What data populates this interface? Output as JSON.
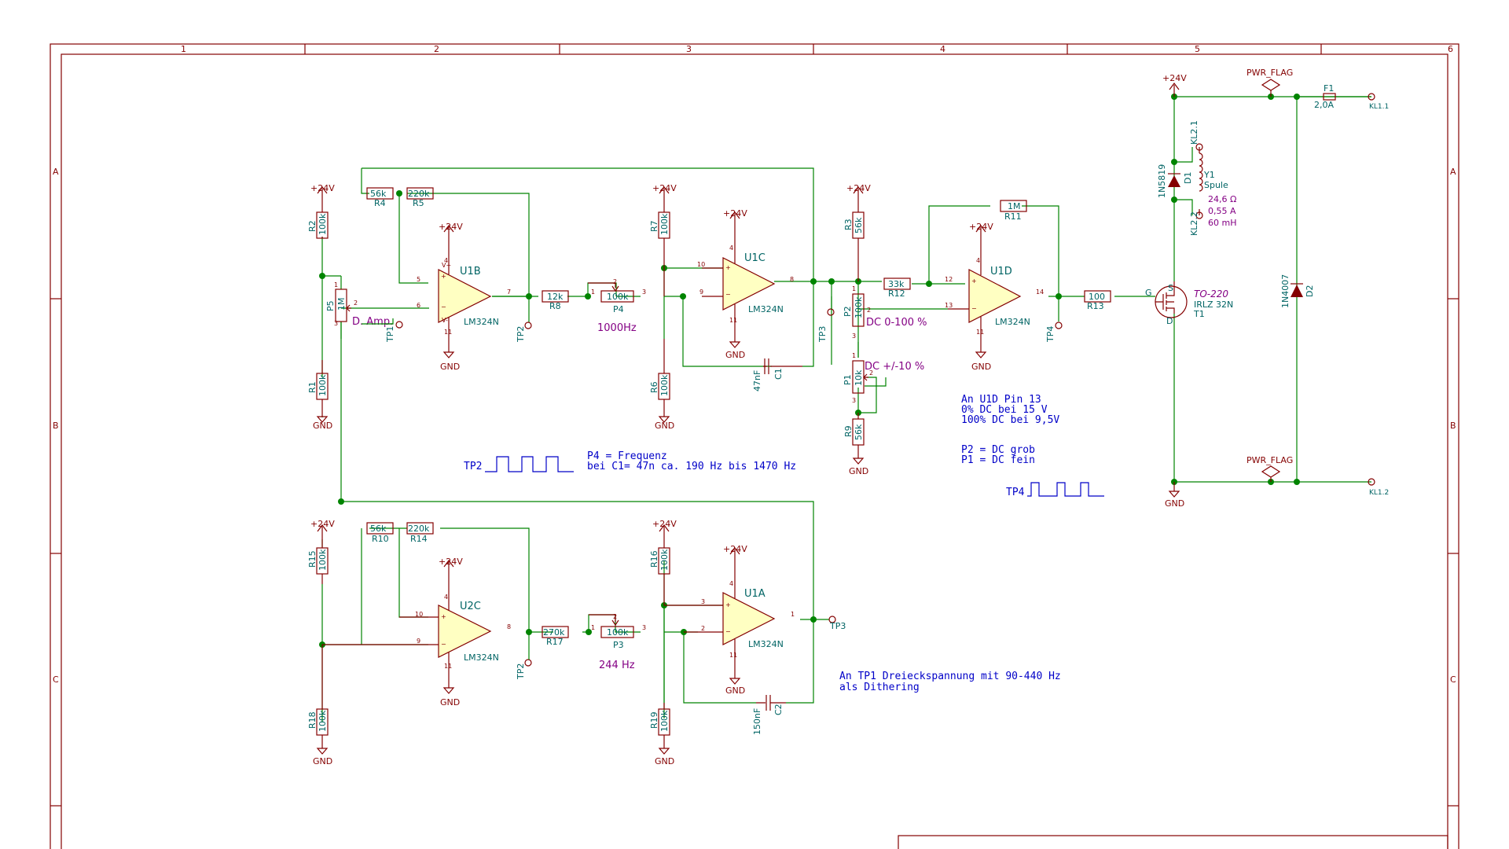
{
  "frame": {
    "cols": [
      "1",
      "2",
      "3",
      "4",
      "5",
      "6"
    ],
    "rows": [
      "A",
      "B",
      "C"
    ]
  },
  "power": {
    "vcc": "+24V",
    "gnd": "GND",
    "pwr_flag": "PWR_FLAG"
  },
  "opamps": {
    "u1b": {
      "ref": "U1B",
      "value": "LM324N",
      "pin_plus": "5",
      "pin_minus": "6",
      "pin_out": "7",
      "pin_vp": "4",
      "pin_vn": "11"
    },
    "u1c": {
      "ref": "U1C",
      "value": "LM324N",
      "pin_plus": "10",
      "pin_minus": "9",
      "pin_out": "8",
      "pin_vp": "4",
      "pin_vn": "11"
    },
    "u1d": {
      "ref": "U1D",
      "value": "LM324N",
      "pin_plus": "12",
      "pin_minus": "13",
      "pin_out": "14",
      "pin_vp": "4",
      "pin_vn": "11"
    },
    "u2c": {
      "ref": "U2C",
      "value": "LM324N",
      "pin_plus": "10",
      "pin_minus": "9",
      "pin_out": "8",
      "pin_vp": "4",
      "pin_vn": "11"
    },
    "u1a": {
      "ref": "U1A",
      "value": "LM324N",
      "pin_plus": "3",
      "pin_minus": "2",
      "pin_out": "1",
      "pin_vp": "4",
      "pin_vn": "11"
    }
  },
  "resistors": {
    "r2": {
      "ref": "R2",
      "value": "100k"
    },
    "r1": {
      "ref": "R1",
      "value": "100k"
    },
    "r4": {
      "ref": "R4",
      "value": "56k"
    },
    "r5": {
      "ref": "R5",
      "value": "220k"
    },
    "r8": {
      "ref": "R8",
      "value": "12k"
    },
    "r7": {
      "ref": "R7",
      "value": "100k"
    },
    "r6": {
      "ref": "R6",
      "value": "100k"
    },
    "r3": {
      "ref": "R3",
      "value": "56k"
    },
    "r12": {
      "ref": "R12",
      "value": "33k"
    },
    "r11": {
      "ref": "R11",
      "value": "1M"
    },
    "r9": {
      "ref": "R9",
      "value": "56k"
    },
    "r13": {
      "ref": "R13",
      "value": "100"
    },
    "r15": {
      "ref": "R15",
      "value": "100k"
    },
    "r18": {
      "ref": "R18",
      "value": "100k"
    },
    "r10": {
      "ref": "R10",
      "value": "56k"
    },
    "r14": {
      "ref": "R14",
      "value": "220k"
    },
    "r17": {
      "ref": "R17",
      "value": "270k"
    },
    "r16": {
      "ref": "R16",
      "value": "100k"
    },
    "r19": {
      "ref": "R19",
      "value": "100k"
    }
  },
  "pots": {
    "p5": {
      "ref": "P5",
      "value": "1M",
      "label": "D. Amp."
    },
    "p4": {
      "ref": "P4",
      "value": "100k",
      "label": "1000Hz"
    },
    "p2": {
      "ref": "P2",
      "value": "100k",
      "label": "DC 0-100 %"
    },
    "p1": {
      "ref": "P1",
      "value": "10k",
      "label": "DC +/-10 %"
    },
    "p3": {
      "ref": "P3",
      "value": "100k",
      "label": "244 Hz"
    }
  },
  "caps": {
    "c1": {
      "ref": "C1",
      "value": "47nF"
    },
    "c2": {
      "ref": "C2",
      "value": "150nF"
    }
  },
  "testpoints": {
    "tp1": "TP1",
    "tp2": "TP2",
    "tp3": "TP3",
    "tp4": "TP4"
  },
  "power_stage": {
    "d1": {
      "ref": "D1",
      "value": "1N5819"
    },
    "d2": {
      "ref": "D2",
      "value": "1N4007"
    },
    "y1": {
      "ref": "Y1",
      "value": "Spule",
      "spec1": "24,6 Ω",
      "spec2": "0,55 A",
      "spec3": "60 mH"
    },
    "kl21": "KL2.1",
    "kl22": "KL2.2",
    "t1": {
      "ref": "T1",
      "value": "IRLZ 32N",
      "pkg": "TO-220",
      "g": "G",
      "s": "S",
      "d": "D"
    },
    "f1": {
      "ref": "F1",
      "value": "2,0A"
    },
    "kl11": "KL1.1",
    "kl12": "KL1.2"
  },
  "notes": {
    "tp2_wave": "TP2",
    "p4_line1": "P4 = Frequenz",
    "p4_line2": "bei C1= 47n ca.  190 Hz bis 1470 Hz",
    "u1d_line1": "An U1D Pin 13",
    "u1d_line2": "0% DC bei 15 V",
    "u1d_line3": "100% DC bei 9,5V",
    "p_line1": "P2 = DC grob",
    "p_line2": "P1 = DC fein",
    "tp4_wave": "TP4",
    "tp1_line1": "An TP1 Dreieckspannung mit 90-440 Hz",
    "tp1_line2": "als Dithering"
  },
  "pot_pins": {
    "a": "1",
    "w": "2",
    "b": "3"
  }
}
